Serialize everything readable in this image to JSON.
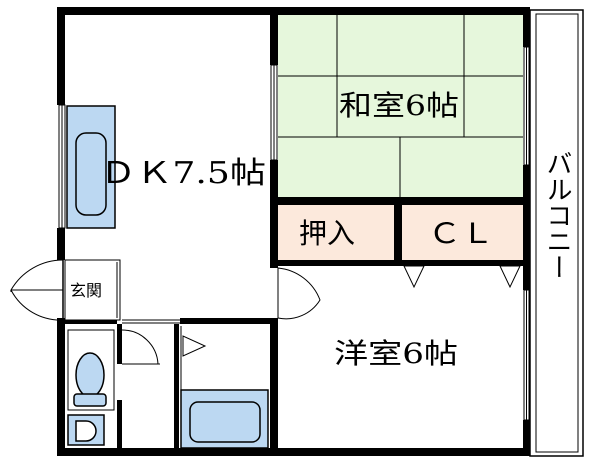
{
  "rooms": {
    "dk": "ＤＫ7.5帖",
    "washitsu": "和室6帖",
    "oshiire": "押入",
    "closet": "ＣＬ",
    "genkan": "玄関",
    "youshitsu": "洋室6帖",
    "balcony": "バルコニー"
  },
  "colors": {
    "wall": "#000000",
    "tatami": "#e6f7dc",
    "storage": "#fce9dc",
    "fixture": "#bcd8f2",
    "background": "#ffffff"
  }
}
